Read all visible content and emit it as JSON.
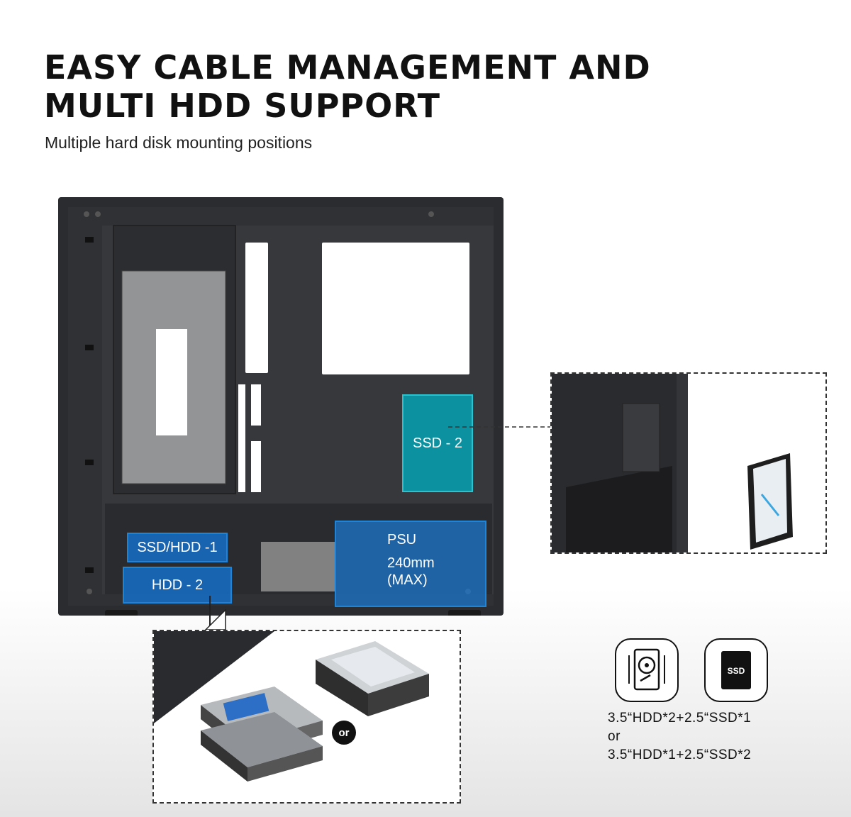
{
  "heading": {
    "line1": "EASY CABLE MANAGEMENT AND",
    "line2": "MULTI HDD SUPPORT",
    "subtitle": "Multiple hard disk mounting positions"
  },
  "labels": {
    "ssd2": "SSD - 2",
    "ssd_hdd1": "SSD/HDD -1",
    "hdd2": "HDD - 2",
    "psu": "PSU",
    "psu_size": "240mm\n(MAX)"
  },
  "inset": {
    "or_badge": "or"
  },
  "icons": {
    "hdd": "hard-disk-icon",
    "ssd": "ssd-icon",
    "ssd_text": "SSD"
  },
  "spec": {
    "line1": "3.5“HDD*2+2.5“SSD*1",
    "line2": "or",
    "line3": "3.5“HDD*1+2.5“SSD*2"
  },
  "colors": {
    "case": "#2b2c2f",
    "ssd_highlight": "#00aabe",
    "drive_highlight": "#1f84d6"
  }
}
